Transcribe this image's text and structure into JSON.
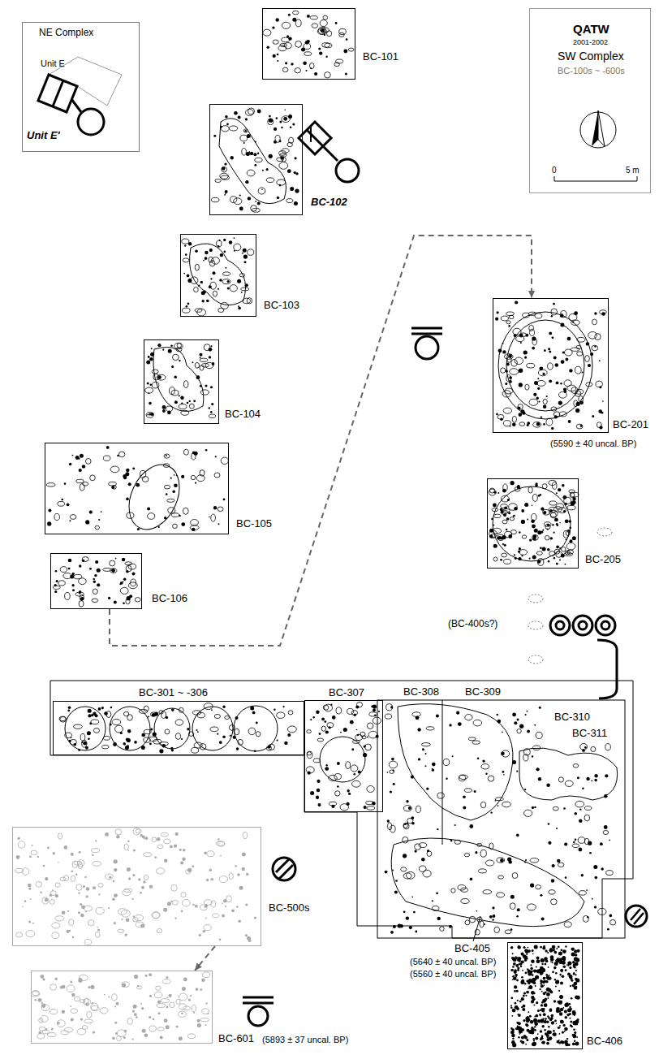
{
  "diagram": {
    "nodes": [
      {
        "text": [
          "NE Complex",
          "Unit E",
          "Unit E'"
        ]
      },
      {
        "text": [
          "QATW",
          "2001-2002",
          "SW Complex",
          "BC-100s ~ -600s",
          "0",
          "5 m"
        ]
      },
      {
        "text": [
          "BC-101"
        ]
      },
      {
        "text": [
          "BC-102"
        ]
      },
      {
        "text": [
          "BC-103"
        ]
      },
      {
        "text": [
          "BC-104"
        ]
      },
      {
        "text": [
          "BC-105"
        ]
      },
      {
        "text": [
          "BC-106"
        ]
      },
      {
        "text": [
          "BC-201",
          "(5590 ± 40 uncal. BP)"
        ]
      },
      {
        "text": [
          "BC-205"
        ]
      },
      {
        "text": [
          "BC-301 ~ -306"
        ]
      },
      {
        "text": [
          "BC-307"
        ]
      },
      {
        "text": [
          "BC-406"
        ]
      },
      {
        "text": [
          "BC-500s"
        ]
      },
      {
        "text": [
          "BC-601",
          "(5893 ± 37 uncal. BP)"
        ]
      }
    ],
    "edges": [
      {
        "from": 7,
        "to": 8,
        "arrow": "to"
      },
      {
        "from": 13,
        "to": 14,
        "arrow": "to"
      }
    ],
    "labels": [
      "(BC-400s?)",
      "BC-308",
      "BC-309",
      "BC-310",
      "BC-311",
      "BC-405",
      "(5640 ± 40 uncal. BP)",
      "(5560 ± 40 uncal. BP)"
    ]
  }
}
